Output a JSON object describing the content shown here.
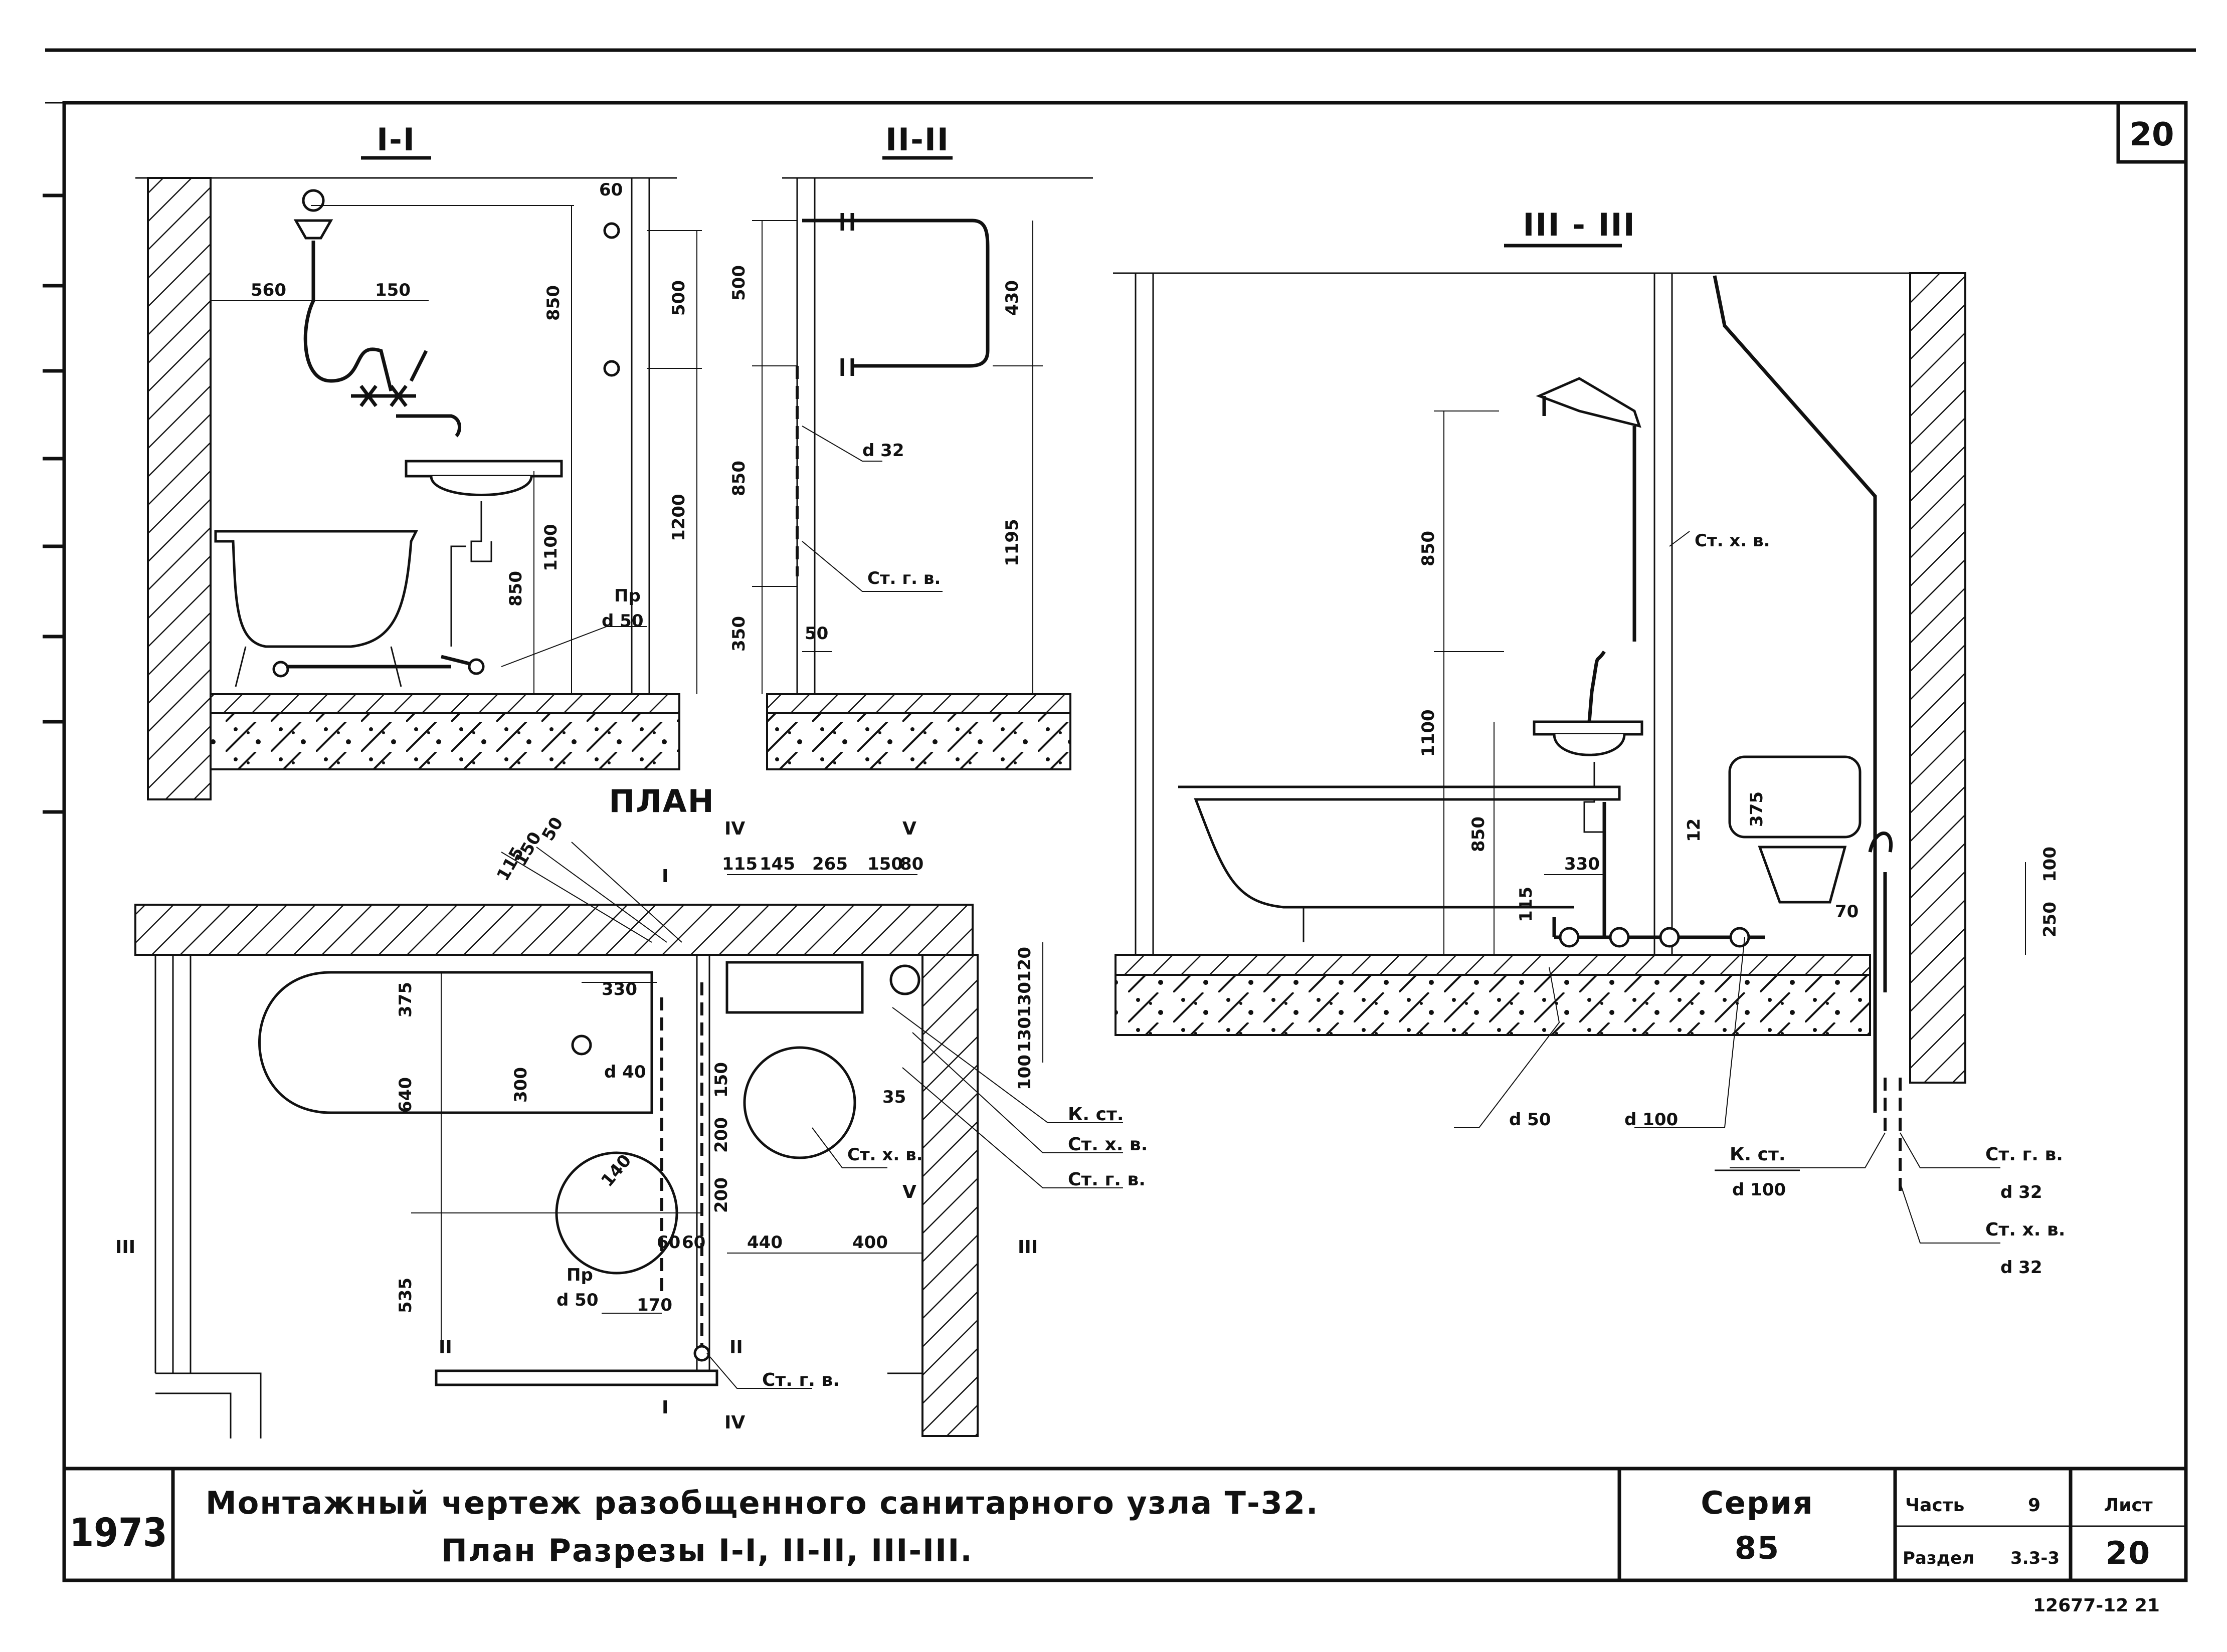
{
  "sheet": {
    "number_box": "20",
    "code": "12677-12  21"
  },
  "sections": {
    "s1": "I-I",
    "s2": "II-II",
    "s3": "III - III",
    "plan": "ПЛАН"
  },
  "section_marks": {
    "i": "I",
    "ii": "II",
    "iii": "III",
    "iv": "IV",
    "v": "V"
  },
  "dims_s1": [
    "60",
    "560",
    "150",
    "850",
    "500",
    "1100",
    "1200",
    "850"
  ],
  "dims_s2": [
    "500",
    "430",
    "850",
    "1195",
    "350",
    "50"
  ],
  "dims_s3": [
    "850",
    "1100",
    "850",
    "330",
    "115",
    "375",
    "12",
    "70",
    "100",
    "250"
  ],
  "dims_plan": [
    "115",
    "150",
    "50",
    "115",
    "145",
    "265",
    "150",
    "80",
    "330",
    "375",
    "640",
    "300",
    "150",
    "200",
    "200",
    "120",
    "130",
    "130",
    "100",
    "35",
    "440",
    "400",
    "60",
    "60",
    "170",
    "535",
    "140"
  ],
  "labels": {
    "pr": "Пр",
    "d50": "d 50",
    "d32": "d 32",
    "d40": "d 40",
    "d100": "d 100",
    "st_gv": "Ст. г. в.",
    "st_hv": "Ст. х. в.",
    "k_st": "К. ст."
  },
  "title_block": {
    "year": "1973",
    "title_line1": "Монтажный чертеж разобщенного санитарного узла Т-32.",
    "title_line2": "План Разрезы I-I, II-II, III-III.",
    "seria_label": "Серия",
    "seria_value": "85",
    "chast_label": "Часть",
    "chast_value": "9",
    "razdel_label": "Раздел",
    "razdel_value": "3.3-3",
    "list_label": "Лист",
    "list_value": "20"
  }
}
